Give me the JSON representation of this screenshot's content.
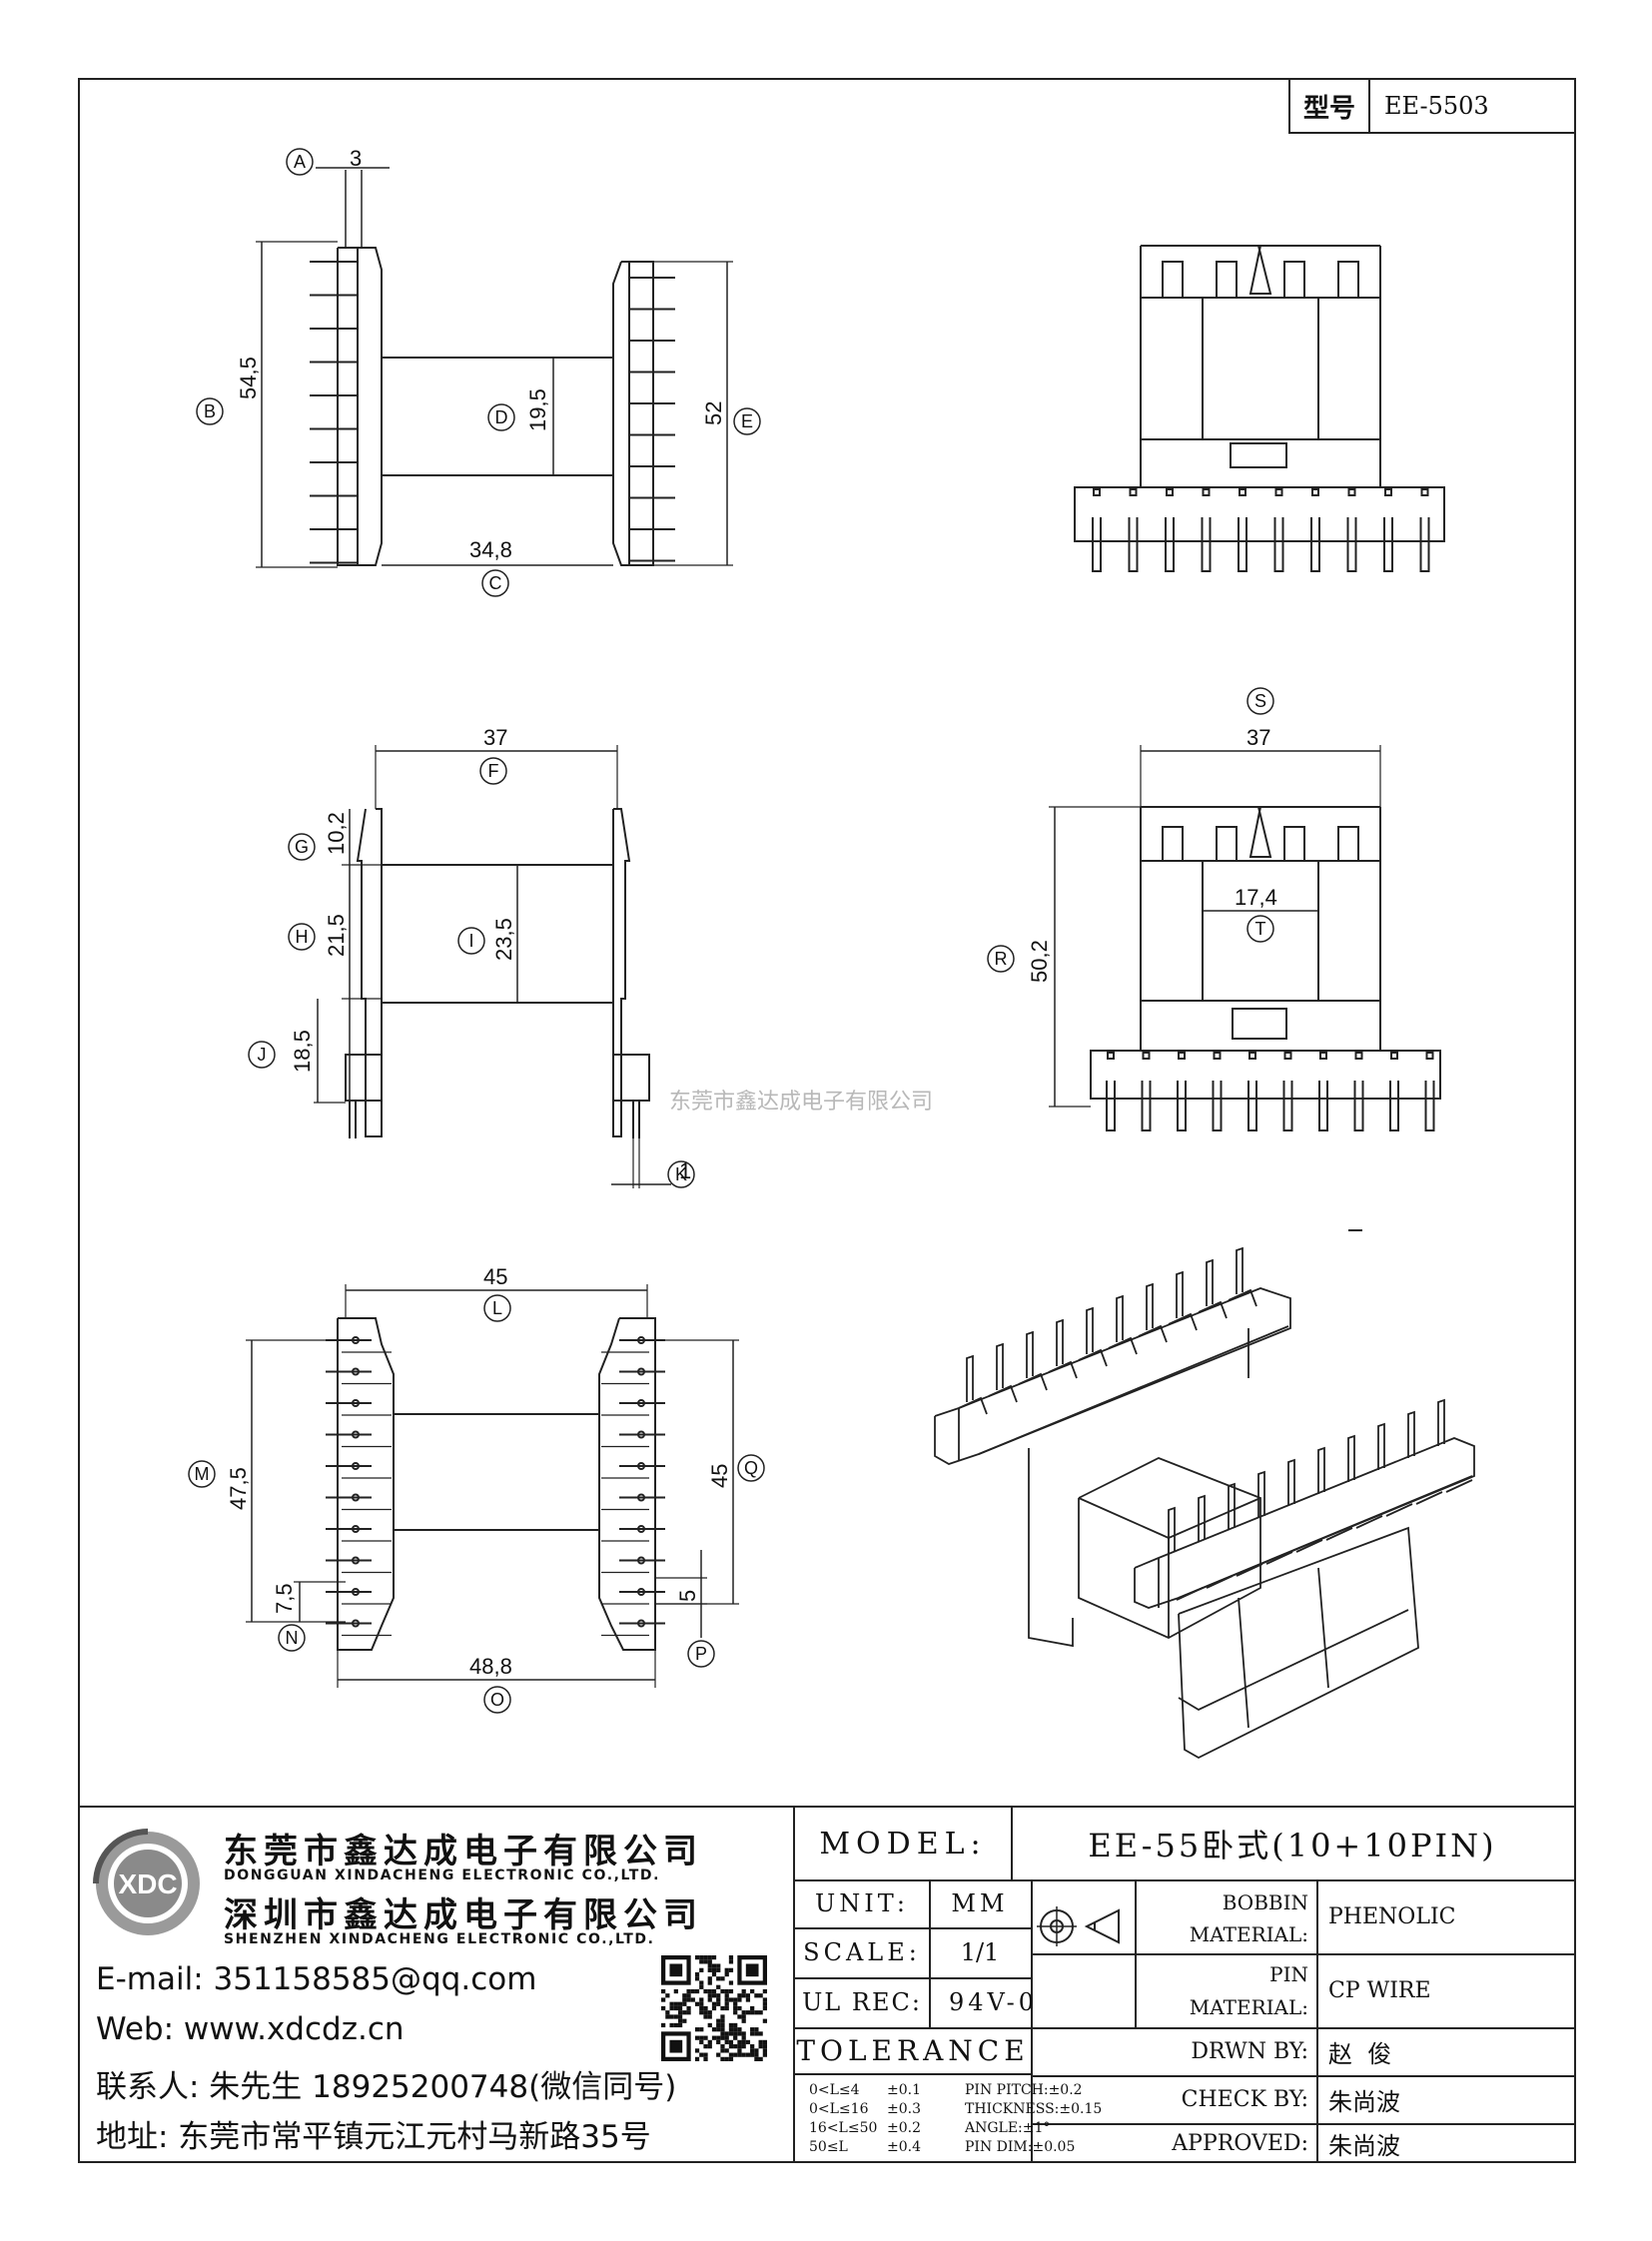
{
  "header": {
    "model_label": "型号",
    "model_value": "EE-5503"
  },
  "dimensions": {
    "a": "3",
    "b": "54,5",
    "c": "34,8",
    "d": "19,5",
    "e": "52",
    "f": "37",
    "g": "10,2",
    "h": "21,5",
    "i": "23,5",
    "j": "18,5",
    "k": "1",
    "s": "37",
    "t": "17,4",
    "r": "50,2",
    "l": "45",
    "m": "47,5",
    "n": "7,5",
    "o": "48,8",
    "p": "5",
    "q": "45"
  },
  "callouts": {
    "a": "A",
    "b": "B",
    "c": "C",
    "d": "D",
    "e": "E",
    "f": "F",
    "g": "G",
    "h": "H",
    "i": "I",
    "j": "J",
    "k": "K",
    "l": "L",
    "m": "M",
    "n": "N",
    "o": "O",
    "p": "P",
    "q": "Q",
    "r": "R",
    "s": "S",
    "t": "T"
  },
  "watermark": "东莞市鑫达成电子有限公司",
  "company": {
    "name_dg": "东莞市鑫达成电子有限公司",
    "name_dg_en": "DONGGUAN XINDACHENG ELECTRONIC CO.,LTD.",
    "name_sz": "深圳市鑫达成电子有限公司",
    "name_sz_en": "SHENZHEN XINDACHENG ELECTRONIC CO.,LTD.",
    "logo_text": "XDC",
    "email": "E-mail: 351158585@qq.com",
    "web": "Web: www.xdcdz.cn",
    "contact": "联系人: 朱先生 18925200748(微信同号)",
    "address": "地址: 东莞市常平镇元江元村马新路35号"
  },
  "title_block": {
    "model_label": "MODEL:",
    "model_value": "EE-55卧式(10+10PIN)",
    "unit_label": "UNIT:",
    "unit_value": "MM",
    "scale_label": "SCALE:",
    "scale_value": "1/1",
    "ul_label": "UL REC:",
    "ul_value": "94V-0",
    "tolerance_label": "TOLERANCE",
    "tolerances": [
      {
        "range": "0<L≤4",
        "tol": "±0.1",
        "spec": "PIN PITCH:±0.2"
      },
      {
        "range": "0<L≤16",
        "tol": "±0.3",
        "spec": "THICKNESS:±0.15"
      },
      {
        "range": "16<L≤50",
        "tol": "±0.2",
        "spec": "ANGLE:±1°"
      },
      {
        "range": "50≤L",
        "tol": "±0.4",
        "spec": "PIN DIM:±0.05"
      }
    ],
    "bobbin_label_1": "BOBBIN",
    "bobbin_label_2": "MATERIAL:",
    "bobbin_value": "PHENOLIC",
    "pin_label_1": "PIN",
    "pin_label_2": "MATERIAL:",
    "pin_value": "CP WIRE",
    "drawn_label": "DRWN BY:",
    "drawn_value": "赵  俊",
    "check_label": "CHECK BY:",
    "check_value": "朱尚波",
    "approved_label": "APPROVED:",
    "approved_value": "朱尚波"
  },
  "colors": {
    "line": "#222222",
    "watermark": "#b8b8b8"
  }
}
